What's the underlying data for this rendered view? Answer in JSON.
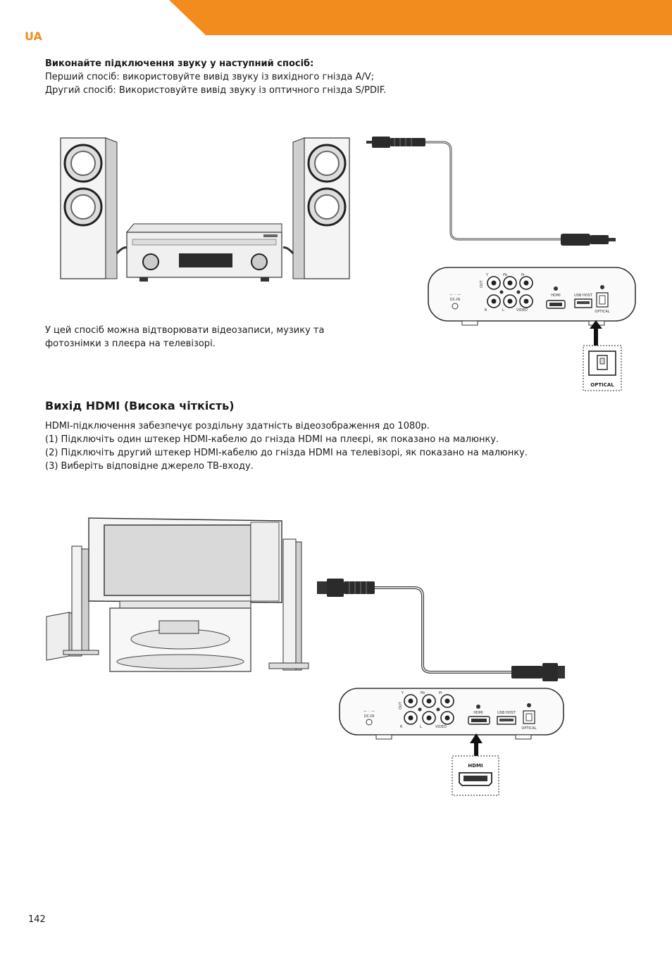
{
  "header": {
    "lang": "UA",
    "accent": "#f28c1e"
  },
  "audio": {
    "title": "Виконайте підключення звуку у наступний спосіб:",
    "line1": "Перший спосіб: використовуйте вивід звуку із вихідного гнізда A/V;",
    "line2": "Другий спосіб: Використовуйте вивід звуку із оптичного гнізда S/PDIF.",
    "caption1": "У цей спосіб можна відтворювати відеозаписи, музику та",
    "caption2": "фотознімки з плеєра на телевізорі."
  },
  "hdmi": {
    "heading": "Вихід HDMI (Висока чіткість)",
    "lines": [
      "HDMI-підключення забезпечує роздільну здатність відеозображення до 1080p.",
      "(1) Підключіть один штекер HDMI-кабелю до гнізда HDMI на плеєрі, як показано на малюнку.",
      "(2) Підключіть другий штекер HDMI-кабелю до гнізда HDMI на телевізорі, як показано на малюнку.",
      "(3) Виберіть відповідне джерело ТВ-входу."
    ]
  },
  "device_labels": {
    "dcin_top": "— ◦ —",
    "dcin": "DC-IN",
    "out": "OUT",
    "y": "Y",
    "pb": "Pb",
    "pr": "Pr",
    "r": "R",
    "l": "L",
    "video": "VIDEO",
    "hdmi": "HDMI",
    "usb": "USB HOST",
    "optical": "OPTICAL"
  },
  "callouts": {
    "optical": "OPTICAL",
    "hdmi": "HDMI"
  },
  "footer": {
    "page_number": "142"
  }
}
